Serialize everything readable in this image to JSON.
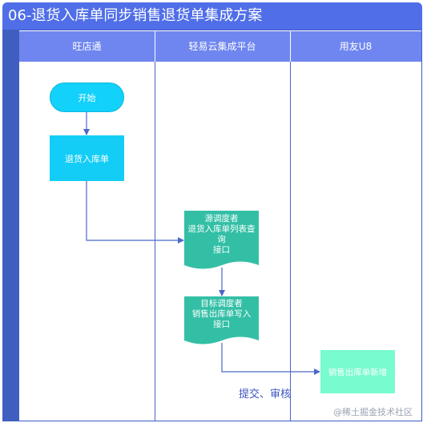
{
  "title": "06-退货入库单同步销售退货单集成方案",
  "lanes": [
    {
      "name": "旺店通"
    },
    {
      "name": "轻易云集成平台"
    },
    {
      "name": "用友U8"
    }
  ],
  "nodes": {
    "start": {
      "label": "开始"
    },
    "return_inbound": {
      "label": "退货入库单"
    },
    "source_scheduler": {
      "lines": [
        "源调度者",
        "退货入库单列表查",
        "询",
        "接口"
      ]
    },
    "target_scheduler": {
      "lines": [
        "目标调度者",
        "销售出库单写入",
        "接口"
      ]
    },
    "sales_outbound_add": {
      "label": "销售出库单新增"
    }
  },
  "edge_label": "提交、审核",
  "watermark": "@稀土掘金技术社区",
  "colors": {
    "title_bar": "#4f6ee8",
    "lane_header": "#6f86f0",
    "start_fill": "#12d1fa",
    "process_fill": "#14cdf6",
    "document_fill": "#33bfa6",
    "target_fill": "#78fbcf",
    "connector": "#4b68c8"
  }
}
